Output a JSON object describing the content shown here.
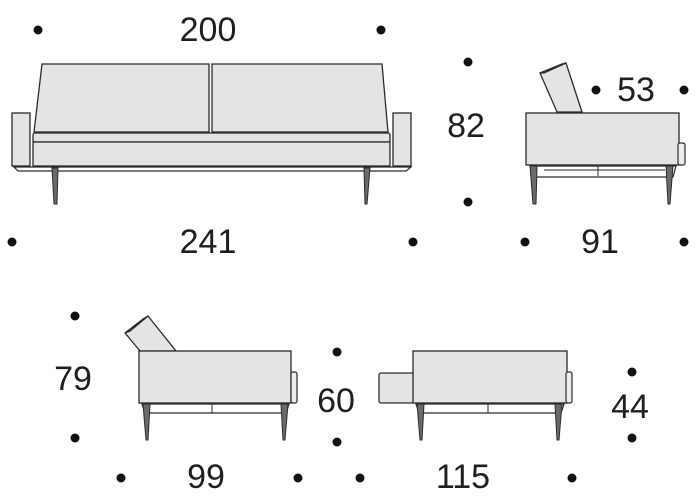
{
  "dimensions": {
    "front_width": "200",
    "front_total_width": "241",
    "front_height": "82",
    "side_seat_depth": "53",
    "side_depth": "91",
    "recline_height": "79",
    "recline_depth": "99",
    "seat_height": "60",
    "bed_length": "115",
    "bed_height": "44"
  },
  "colors": {
    "upholstery": "#e4e4e4",
    "outline": "#2a2a2a",
    "legs": "#6a6a6a",
    "dots": "#111111"
  }
}
